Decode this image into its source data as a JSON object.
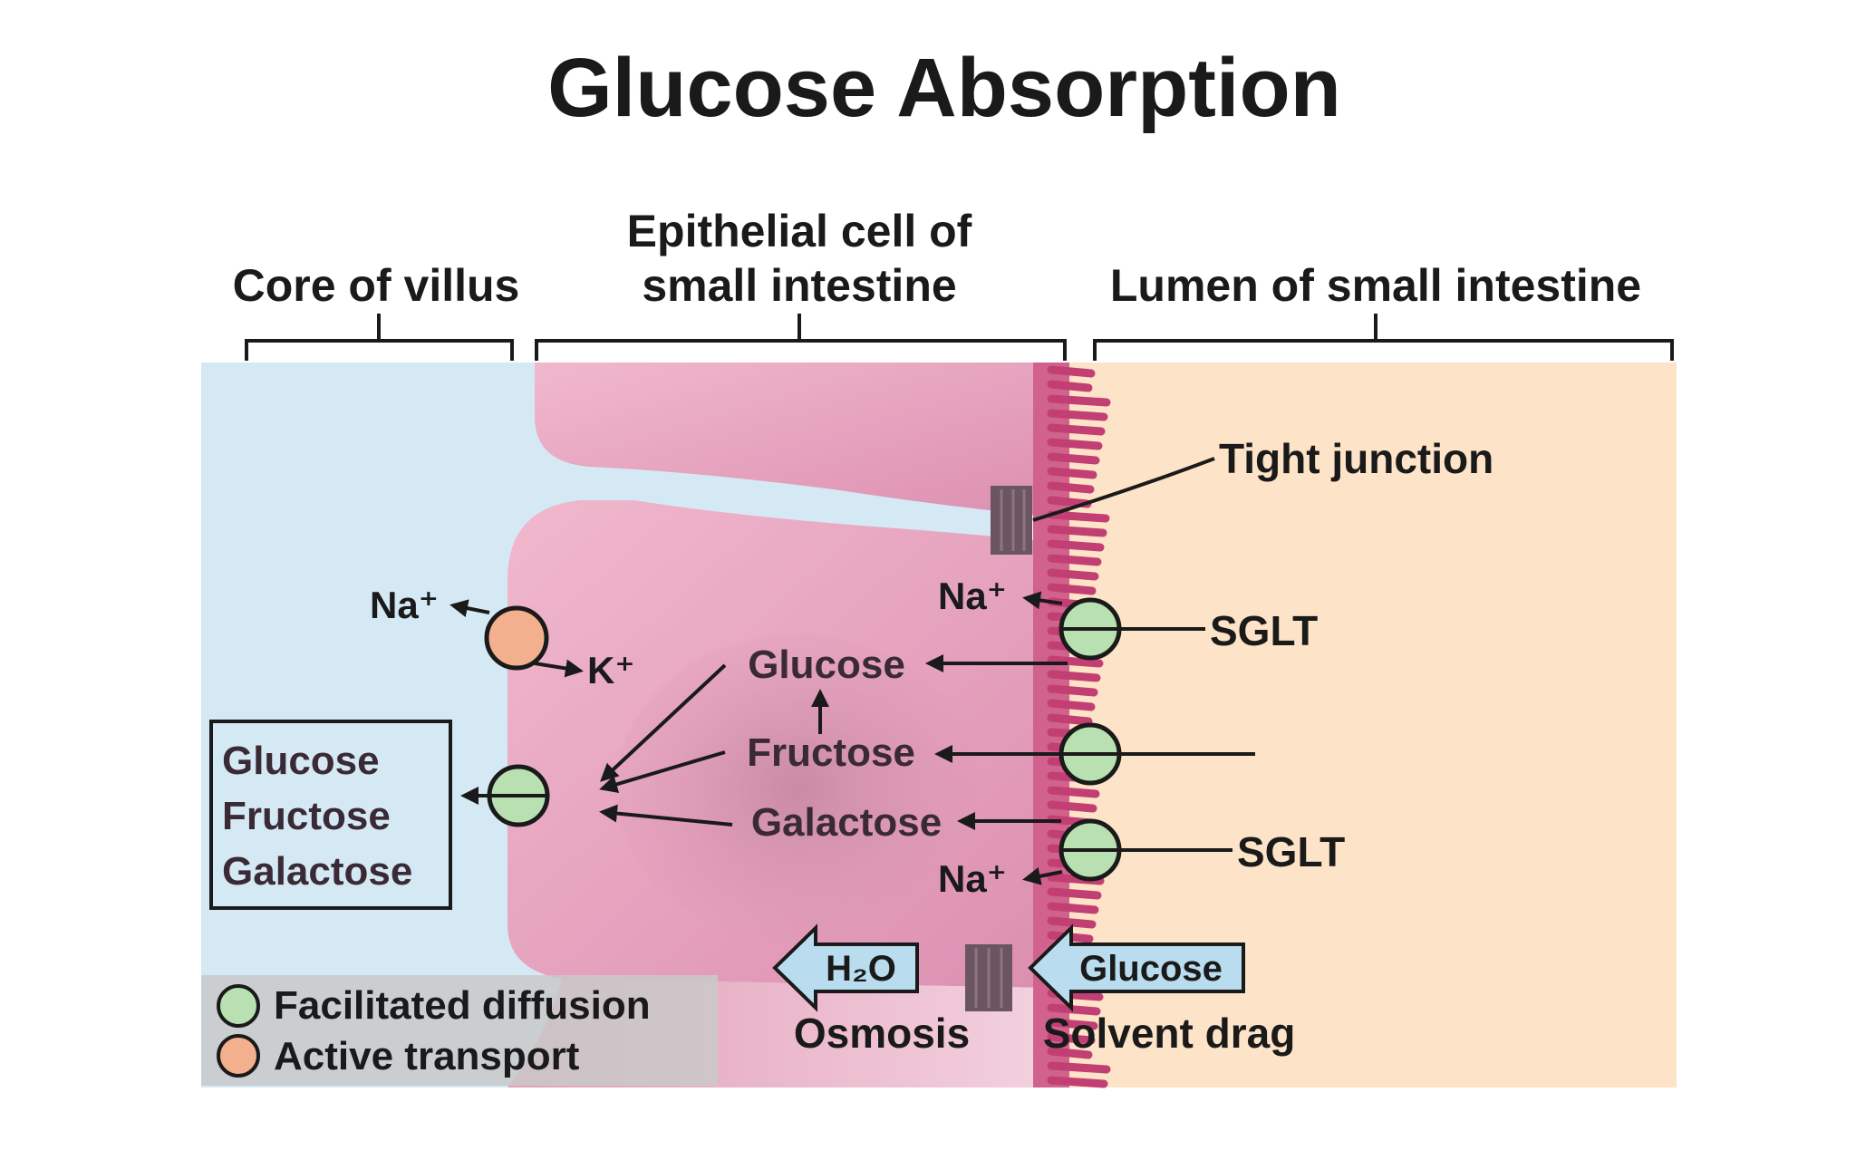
{
  "title": "Glucose Absorption",
  "regions": {
    "core": "Core of villus",
    "epithelial_line1": "Epithelial cell of",
    "epithelial_line2": "small intestine",
    "lumen": "Lumen of small intestine"
  },
  "labels": {
    "tight_junction": "Tight junction",
    "sglt_top": "SGLT",
    "sglt_bottom": "SGLT",
    "na_basolateral": "Na⁺",
    "k_basolateral": "K⁺",
    "na_apical_top": "Na⁺",
    "na_apical_bottom": "Na⁺",
    "osmosis": "Osmosis",
    "solvent_drag": "Solvent drag",
    "h2o": "H₂O",
    "glucose_arrow": "Glucose"
  },
  "cell_sugars": [
    "Glucose",
    "Fructose",
    "Galactose"
  ],
  "exported_sugars": [
    "Glucose",
    "Fructose",
    "Galactose"
  ],
  "legend": [
    {
      "label": "Facilitated diffusion",
      "color": "#b8e0b0"
    },
    {
      "label": "Active transport",
      "color": "#f3b08e"
    }
  ],
  "colors": {
    "core_bg": "#d5e9f5",
    "lumen_bg": "#fde3c7",
    "cell": "#e9a6c0",
    "cell_dark": "#d885a6",
    "brush_border": "#c94a7a",
    "transporter_fd": "#b8e0b0",
    "transporter_at": "#f3b08e",
    "junction": "#6b5560"
  }
}
